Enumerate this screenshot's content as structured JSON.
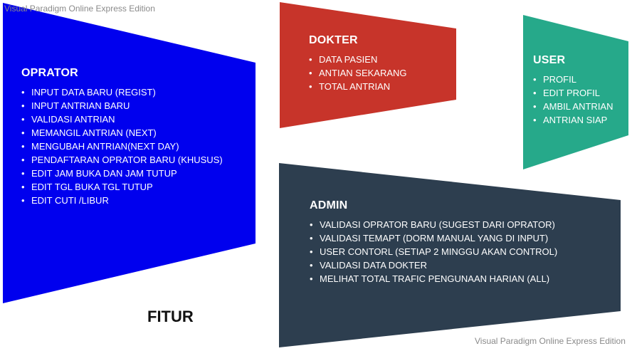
{
  "watermark": {
    "top": "Visual Paradigm Online Express Edition",
    "bottom": "Visual Paradigm Online Express Edition"
  },
  "colors": {
    "oprator": "#0000ee",
    "dokter": "#c7342a",
    "user": "#26a98a",
    "admin": "#2d3e4f"
  },
  "panels": {
    "oprator": {
      "title": "OPRATOR",
      "items": [
        "INPUT DATA BARU (REGIST)",
        "INPUT ANTRIAN BARU",
        "VALIDASI ANTRIAN",
        "MEMANGIL ANTRIAN (NEXT)",
        "MENGUBAH ANTRIAN(NEXT DAY)",
        "PENDAFTARAN OPRATOR BARU (KHUSUS)",
        "EDIT JAM BUKA DAN JAM TUTUP",
        "EDIT TGL BUKA TGL TUTUP",
        "EDIT CUTI /LIBUR"
      ]
    },
    "dokter": {
      "title": "DOKTER",
      "items": [
        "DATA PASIEN",
        "ANTIAN SEKARANG",
        "TOTAL ANTRIAN"
      ]
    },
    "user": {
      "title": "USER",
      "items": [
        "PROFIL",
        "EDIT PROFIL",
        "AMBIL ANTRIAN",
        "ANTRIAN SIAP"
      ]
    },
    "admin": {
      "title": "ADMIN",
      "items": [
        "VALIDASI OPRATOR BARU (SUGEST DARI OPRATOR)",
        "VALIDASI TEMAPT (DORM MANUAL YANG DI INPUT)",
        "USER CONTORL (SETIAP 2 MINGGU AKAN CONTROL)",
        "VALIDASI DATA DOKTER",
        "MELIHAT TOTAL TRAFIC PENGUNAAN HARIAN (ALL)"
      ]
    }
  },
  "footer": {
    "title": "FITUR"
  }
}
